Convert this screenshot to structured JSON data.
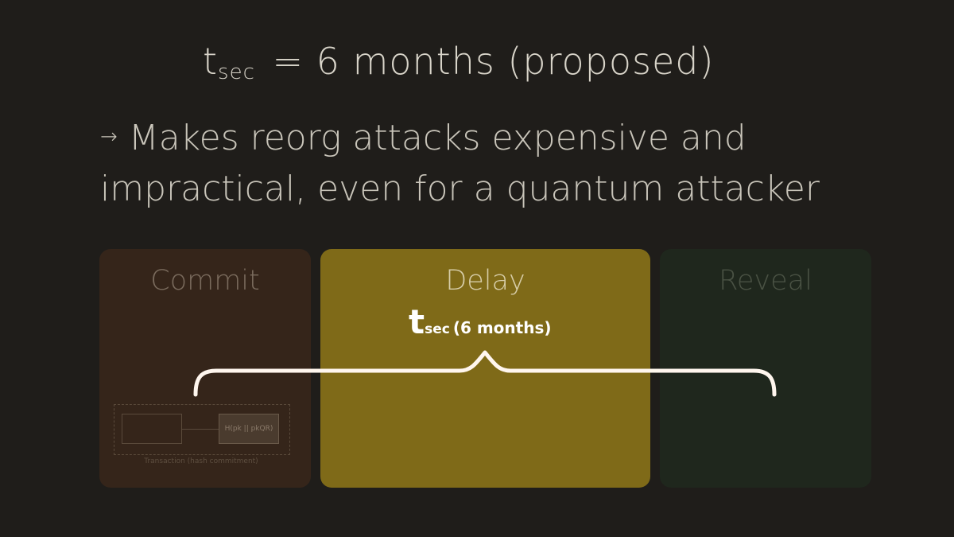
{
  "title": {
    "symbol": "t",
    "subscript": "sec",
    "rest": "= 6 months (proposed)"
  },
  "bullet": {
    "arrow": "→",
    "text": "Makes reorg attacks expensive and impractical, even for a quantum attacker"
  },
  "phases": {
    "commit": "Commit",
    "delay": "Delay",
    "reveal": "Reveal"
  },
  "commit_detail": {
    "node_label": "H(pk || pkQR)",
    "caption": "Transaction (hash commitment)"
  },
  "brace_label": {
    "symbol": "t",
    "subscript": "sec",
    "rest": "(6 months)"
  },
  "colors": {
    "background": "#1f1d1a",
    "commit": "#35251a",
    "delay": "#7f6a18",
    "reveal": "#1f271d",
    "brace": "#fff6ee"
  }
}
